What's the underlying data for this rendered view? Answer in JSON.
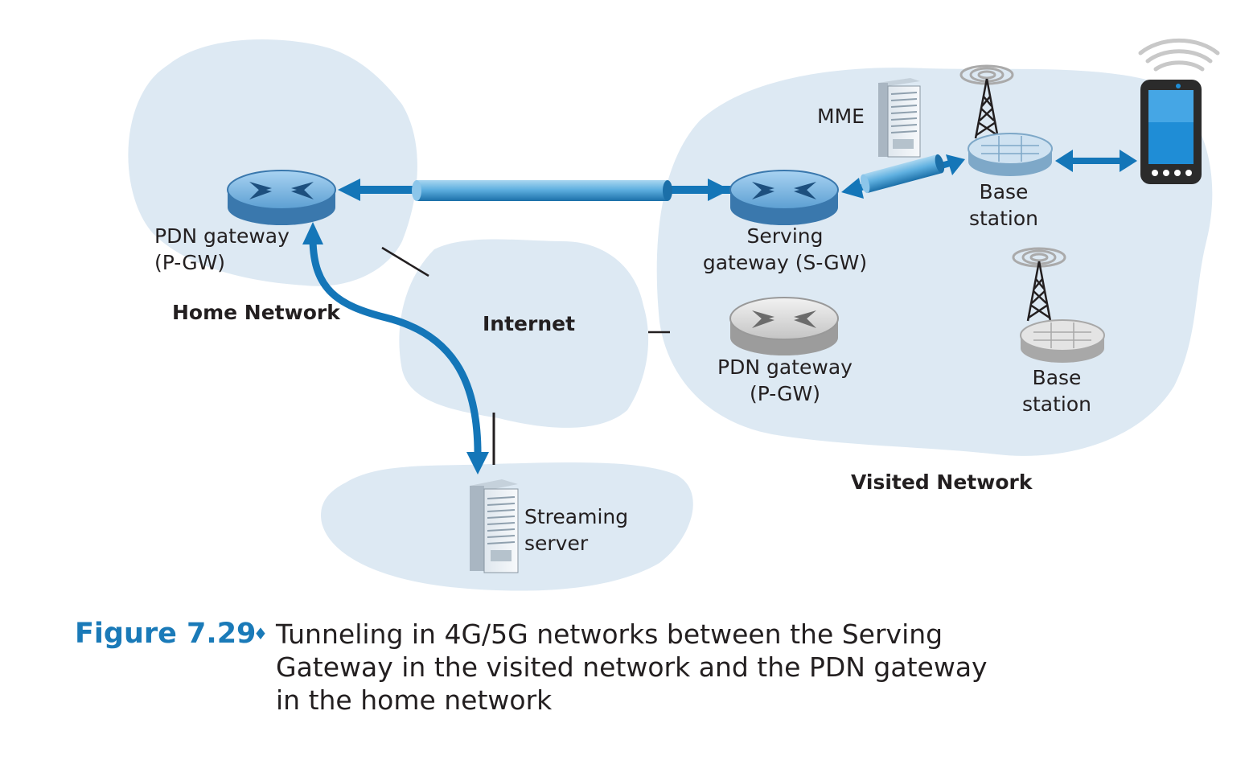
{
  "home_network": {
    "label": "Home Network",
    "pgw_line1": "PDN gateway",
    "pgw_line2": "(P-GW)"
  },
  "internet": {
    "label": "Internet"
  },
  "server": {
    "line1": "Streaming",
    "line2": "server"
  },
  "visited_network": {
    "label": "Visited Network",
    "mme": "MME",
    "sgw_line1": "Serving",
    "sgw_line2": "gateway (S-GW)",
    "pgw_line1": "PDN gateway",
    "pgw_line2": "(P-GW)",
    "bs1_line1": "Base",
    "bs1_line2": "station",
    "bs2_line1": "Base",
    "bs2_line2": "station"
  },
  "caption": {
    "figure": "Figure 7.29",
    "bullet": "♦",
    "text": "Tunneling in 4G/5G networks between the Serving Gateway in the visited network and the PDN gateway in the home network"
  },
  "colors": {
    "cloud": "#dde9f3",
    "arrow": "#1476b8",
    "router_blue": "#5a9fd4",
    "router_gray": "#b8b8b8",
    "caption_accent": "#1a7ab8"
  },
  "icons": [
    "router-icon",
    "server-icon",
    "cell-tower-icon",
    "smartphone-icon",
    "wireless-signal-icon",
    "tunnel-pipe-icon"
  ]
}
